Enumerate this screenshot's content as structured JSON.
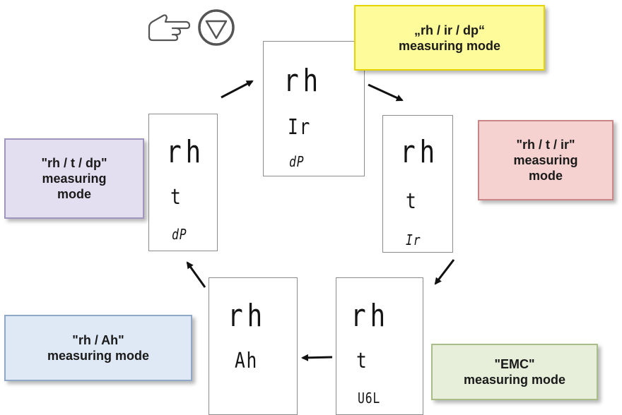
{
  "instruction_icons": {
    "hand": "hand-pointing-icon",
    "button": "down-triangle-button-icon"
  },
  "displays": {
    "top": {
      "line1": "rh",
      "line2": "Ir",
      "line3": "dP"
    },
    "right": {
      "line1": "rh",
      "line2": "t",
      "line3": "Ir"
    },
    "bottom_right": {
      "line1": "rh",
      "line2": "t",
      "line3": "U6L"
    },
    "bottom_left": {
      "line1": "rh",
      "line2": "Ah"
    },
    "left": {
      "line1": "rh",
      "line2": "t",
      "line3": "dP"
    }
  },
  "modes": {
    "rh_ir_dp": {
      "line1": "„rh / ir / dp“",
      "line2": "measuring mode",
      "color": "#fdfb9a",
      "border": "#e6d400"
    },
    "rh_t_ir": {
      "line1": "\"rh / t / ir\"",
      "line2": "measuring",
      "line3": "mode",
      "color": "#f5d2cf",
      "border": "#c98686"
    },
    "rh_t_dp": {
      "line1": "\"rh / t / dp\"",
      "line2": "measuring",
      "line3": "mode",
      "color": "#e4dff0",
      "border": "#a095bd"
    },
    "rh_ah": {
      "line1": "\"rh / Ah\"",
      "line2": "measuring mode",
      "color": "#dfe9f5",
      "border": "#8fa8c8"
    },
    "emc": {
      "line1": "\"EMC\"",
      "line2": "measuring mode",
      "color": "#e7efda",
      "border": "#a9bd86"
    }
  }
}
